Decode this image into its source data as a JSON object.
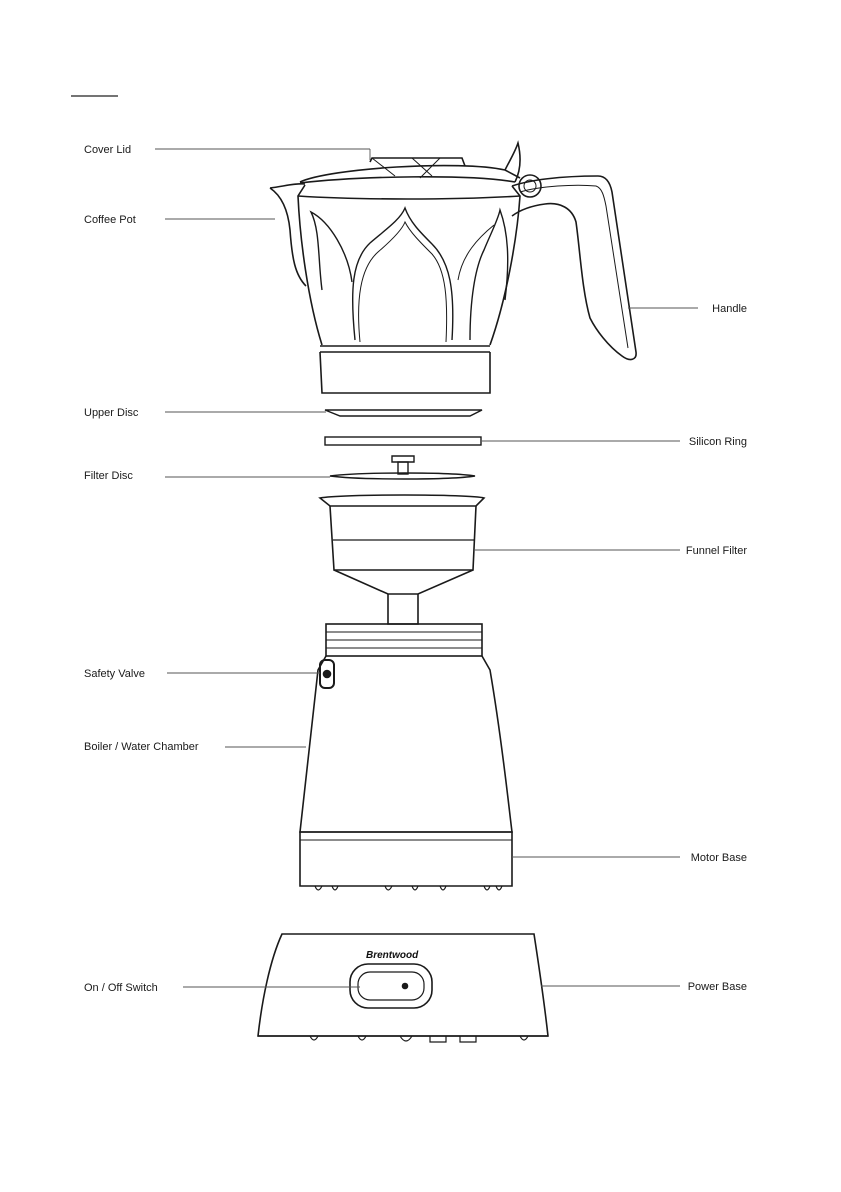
{
  "diagram": {
    "brand_logo_text": "Brentwood",
    "labels": {
      "cover_lid": "Cover Lid",
      "coffee_pot": "Coffee Pot",
      "handle": "Handle",
      "upper_disc": "Upper Disc",
      "silicon_ring": "Silicon Ring",
      "filter_disc": "Filter Disc",
      "funnel_filter": "Funnel Filter",
      "safety_valve": "Safety Valve",
      "boiler_water_chamber": "Boiler / Water Chamber",
      "motor_base": "Motor Base",
      "on_off_switch": "On / Off Switch",
      "power_base": "Power Base"
    },
    "colors": {
      "line": "#1a1a1a",
      "leader": "#555555"
    }
  }
}
